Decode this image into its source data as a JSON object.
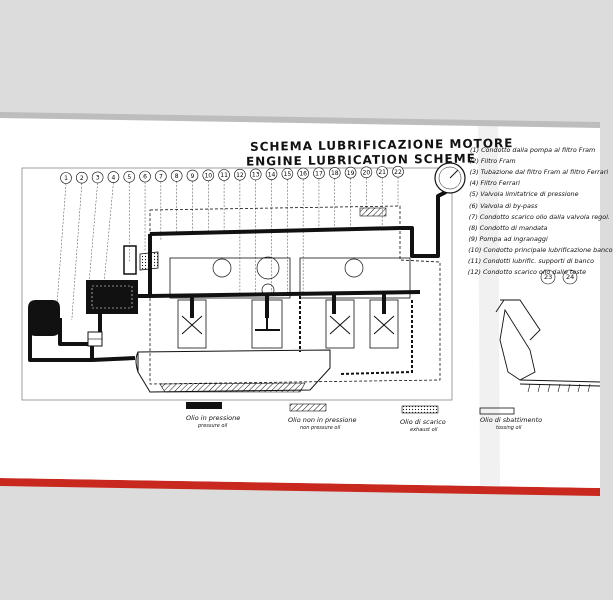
{
  "diagram": {
    "title_it": "SCHEMA LUBRIFICAZIONE MOTORE",
    "title_en": "ENGINE LUBRICATION SCHEME",
    "numbers": [
      "1",
      "2",
      "3",
      "4",
      "5",
      "6",
      "7",
      "8",
      "9",
      "10",
      "11",
      "12",
      "13",
      "14",
      "15",
      "16",
      "17",
      "18",
      "19",
      "20",
      "21",
      "22"
    ]
  },
  "legend": [
    "(1) Condotto dalla pompa al filtro Fram",
    "(2) Filtro Fram",
    "(3) Tubazione dal filtro Fram al filtro Ferrari",
    "(4) Filtro Ferrari",
    "(5) Valvola limitatrice di pressione",
    "(6) Valvola di by-pass",
    "(7) Condotto scarico olio dalla valvola regol.",
    "(8) Condotto di mandata",
    "(9) Pompa ad ingranaggi",
    "(10) Condotto principale lubrificazione banco",
    "(11) Condotti lubrific. supporti di banco",
    "(12) Condotto scarico olio dalle teste"
  ],
  "keys": [
    {
      "label": "Olio in pressione",
      "sub": "pressure oil"
    },
    {
      "label": "Olio non in pressione",
      "sub": "non pressure oil"
    },
    {
      "label": "Olio di scarico",
      "sub": "exhaust oil"
    },
    {
      "label": "Olio di sbattimento",
      "sub": "tossing oil"
    }
  ],
  "right_page": {
    "callout_a": "23",
    "callout_b": "24"
  },
  "colors": {
    "background": "#dcdcdc",
    "paper": "#ffffff",
    "ink": "#111111",
    "cover_edge": "#c8281e"
  }
}
